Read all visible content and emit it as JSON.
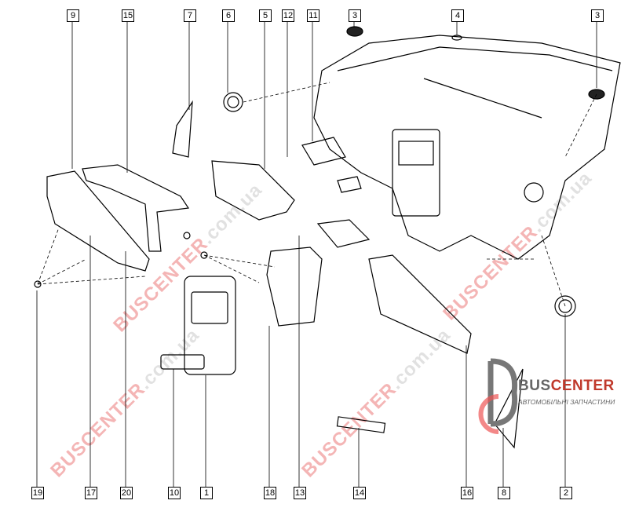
{
  "diagram": {
    "title": "Dashboard parts exploded view",
    "callouts_top": [
      "9",
      "15",
      "7",
      "6",
      "5",
      "12",
      "11",
      "3",
      "4",
      "3"
    ],
    "callouts_bottom": [
      "19",
      "17",
      "20",
      "10",
      "1",
      "18",
      "13",
      "14",
      "16",
      "8",
      "2"
    ]
  },
  "watermark": {
    "brand": "BUSCENTER",
    "suffix": ".com.ua"
  },
  "logo": {
    "name_part1": "BUS",
    "name_part2": "CENTER",
    "tagline": "АВТОМОБІЛЬНІ ЗАПЧАСТИНИ"
  }
}
